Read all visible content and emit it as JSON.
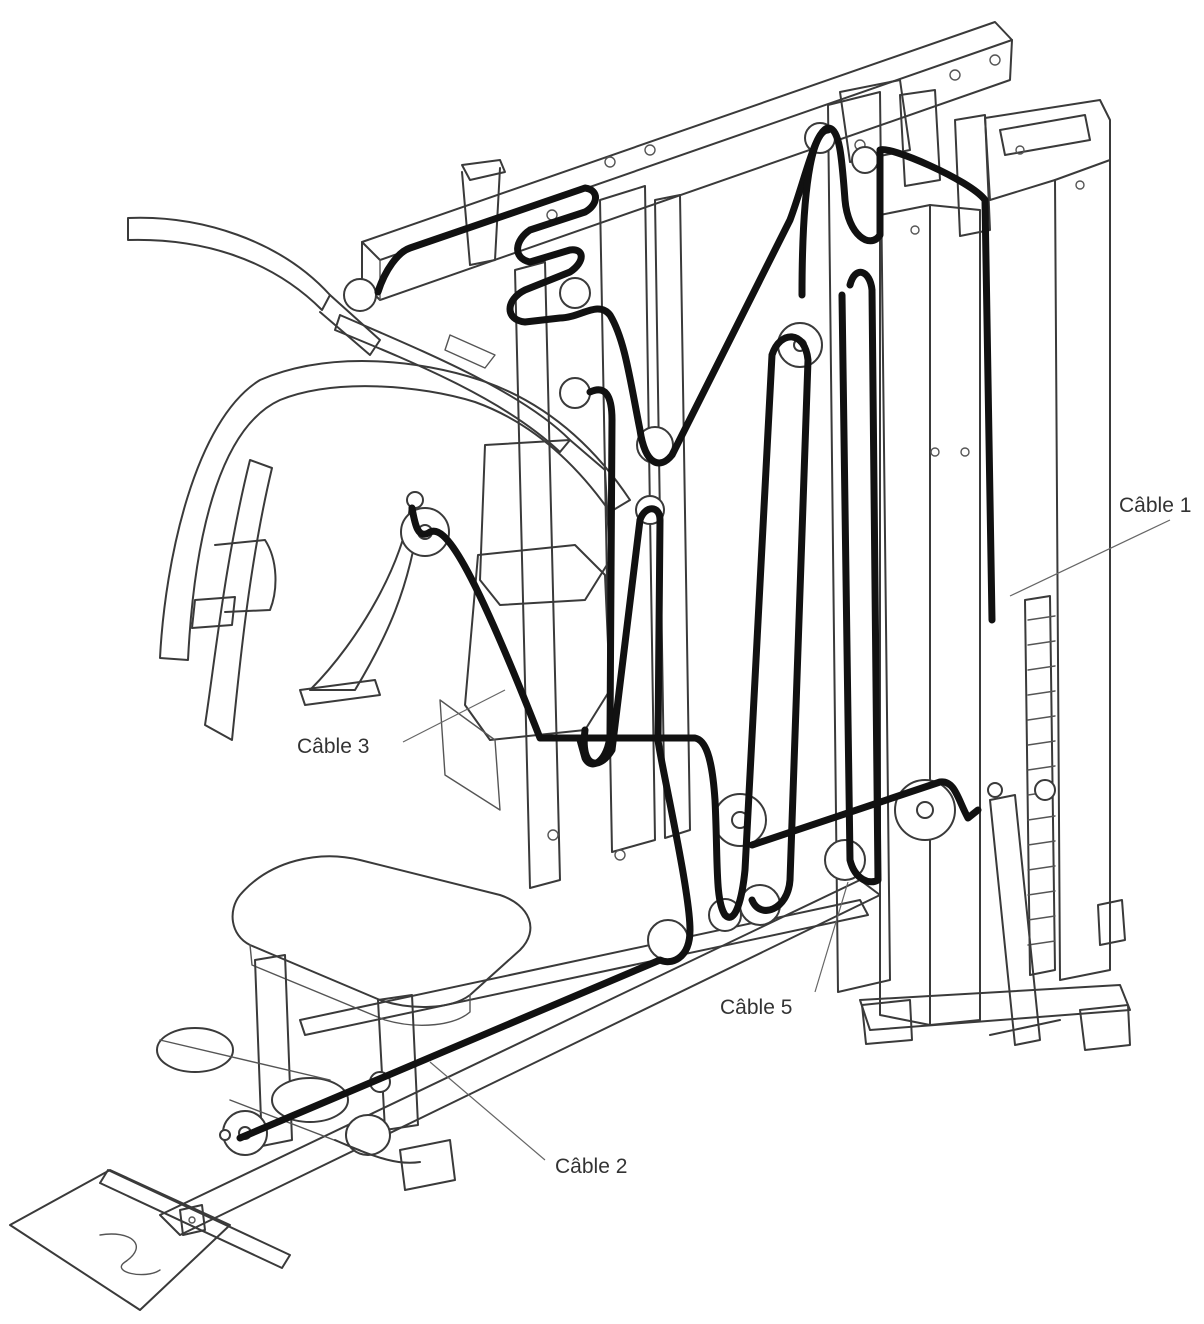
{
  "labels": {
    "cable1": "Câble 1",
    "cable2": "Câble 2",
    "cable3": "Câble 3",
    "cable5": "Câble 5"
  },
  "colors": {
    "cable": "#111111",
    "frame": "#3a3a3a",
    "label": "#333333"
  }
}
